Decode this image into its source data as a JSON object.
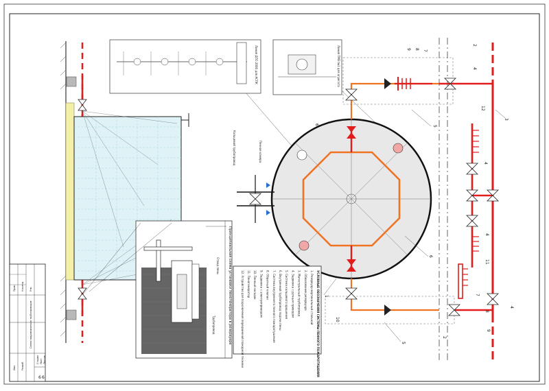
{
  "title_block": {
    "sheet_text": "Схема гидравлическая трубопроводов",
    "sheet_number": "6",
    "sheets_total": "6",
    "columns": [
      "Стадия",
      "Лист",
      "Листов"
    ],
    "side_rows": [
      "Изм.",
      "Разраб.",
      "Пров.",
      "Н.контр.",
      "Утв."
    ]
  },
  "labels": {
    "ring_pipeline": "Кольцевой трубопровод",
    "foam_chamber": "Пенная камера",
    "inset_header_right": "Линия ПМЗ №1 для агрегата",
    "inset_header_left": "Линия ДПС-2000 для АСПК",
    "section_title": "Принципиальная схема установки пеногенератора в резервуаре",
    "foam_label": "Отвод пены",
    "pipe_label": "Трубопровод"
  },
  "legend": {
    "title": "УСЛОВНЫЕ ОБОЗНАЧЕНИЯ СИСТЕМЫ ПЕННОГО ПОЖАРОТУШЕНИЯ",
    "items": [
      {
        "n": "1",
        "text": "Резервуар вертикальный стальной",
        "color": "#222222"
      },
      {
        "n": "2",
        "text": "Обвалование резервуара",
        "color": "#222222"
      },
      {
        "n": "3",
        "text": "Магистральный трубопровод",
        "color": "#c0152b"
      },
      {
        "n": "4",
        "text": "Задвижка с ручным приводом",
        "color": "#222222"
      },
      {
        "n": "5",
        "text": "Система кольцевого орошения",
        "color": "#222222"
      },
      {
        "n": "6",
        "text": "Внутренний трубопровод подачи пены",
        "color": "#c0152b"
      },
      {
        "n": "7",
        "text": "Система внутреннего пенного пожаротушения",
        "color": "#222222"
      },
      {
        "n": "8",
        "text": "Обратный клапан",
        "color": "#222222"
      },
      {
        "n": "9",
        "text": "Задвижка с электроприводом",
        "color": "#222222"
      },
      {
        "n": "10",
        "text": "Пенный насадок",
        "color": "#222222"
      },
      {
        "n": "11",
        "text": "Пеногенератор",
        "color": "#222222"
      },
      {
        "n": "12",
        "text": "Устройство для подключения передвижной пожарной техники",
        "color": "#222222"
      }
    ]
  },
  "callouts": [
    "1",
    "2",
    "2",
    "3",
    "4",
    "4",
    "4",
    "4",
    "5",
    "5",
    "6",
    "6",
    "7",
    "7",
    "8",
    "8",
    "9",
    "9",
    "10",
    "11",
    "12"
  ],
  "colors": {
    "main_pipe": "#e21b1b",
    "foam_pipe": "#f07322",
    "tank_fill": "#dff2f6",
    "grid_line": "#9ccfdc",
    "roof": "#f4f0a8",
    "ring": "#e8e8e8",
    "marker": "#f2a7a7"
  },
  "icons": [
    "valve-icon",
    "check-valve-icon",
    "foam-generator-icon",
    "hydrant-icon",
    "arrow-icon"
  ]
}
